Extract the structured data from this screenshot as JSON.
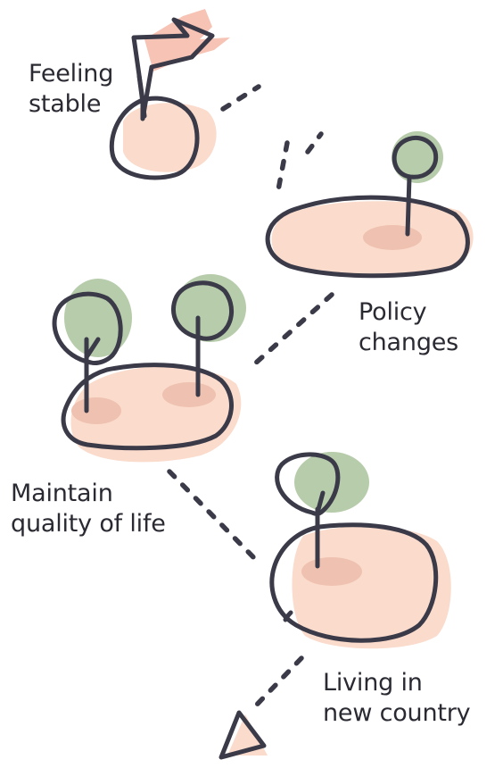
{
  "colors": {
    "ink": "#3a3a48",
    "blob": "#fadbcc",
    "tree": "#b7ccab",
    "spot": "#efc1b0",
    "flag": "#f6c3b4"
  },
  "journey": {
    "stages": [
      {
        "lines": [
          "Feeling",
          "stable"
        ],
        "icon": "flag-icon"
      },
      {
        "lines": [
          "Policy",
          "changes"
        ],
        "icon": "tree-icon"
      },
      {
        "lines": [
          "Maintain",
          "quality of life"
        ],
        "icon": "two-trees-icon"
      },
      {
        "lines": [
          "Living in",
          "new country"
        ],
        "icon": "tree-icon"
      }
    ],
    "start_marker": "triangle-icon"
  }
}
